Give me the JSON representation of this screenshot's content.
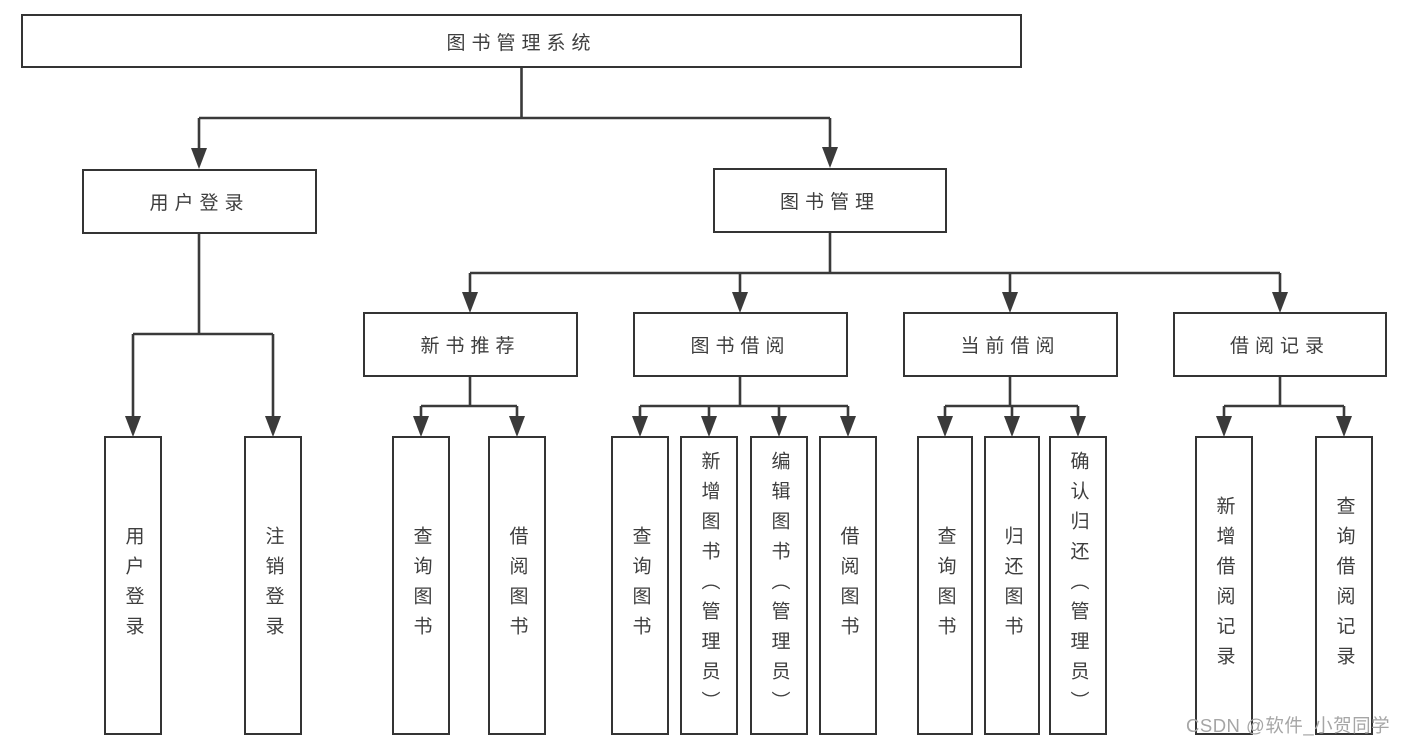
{
  "nodes": {
    "root": "图书管理系统",
    "user_login_branch": {
      "label": "用户登录",
      "children": [
        "用户登录",
        "注销登录"
      ]
    },
    "book_mgmt_branch": {
      "label": "图书管理",
      "groups": [
        {
          "label": "新书推荐",
          "children": [
            "查询图书",
            "借阅图书"
          ]
        },
        {
          "label": "图书借阅",
          "children": [
            "查询图书",
            "新增图书（管理员）",
            "编辑图书（管理员）",
            "借阅图书"
          ]
        },
        {
          "label": "当前借阅",
          "children": [
            "查询图书",
            "归还图书",
            "确认归还（管理员）"
          ]
        },
        {
          "label": "借阅记录",
          "children": [
            "新增借阅记录",
            "查询借阅记录"
          ]
        }
      ]
    }
  },
  "watermark": "CSDN @软件_小贺同学",
  "colors": {
    "line": "#3a3a3a",
    "box_border": "#343434",
    "text": "#3e3e3e",
    "watermark": "#a6a6a6",
    "background": "#ffffff"
  }
}
